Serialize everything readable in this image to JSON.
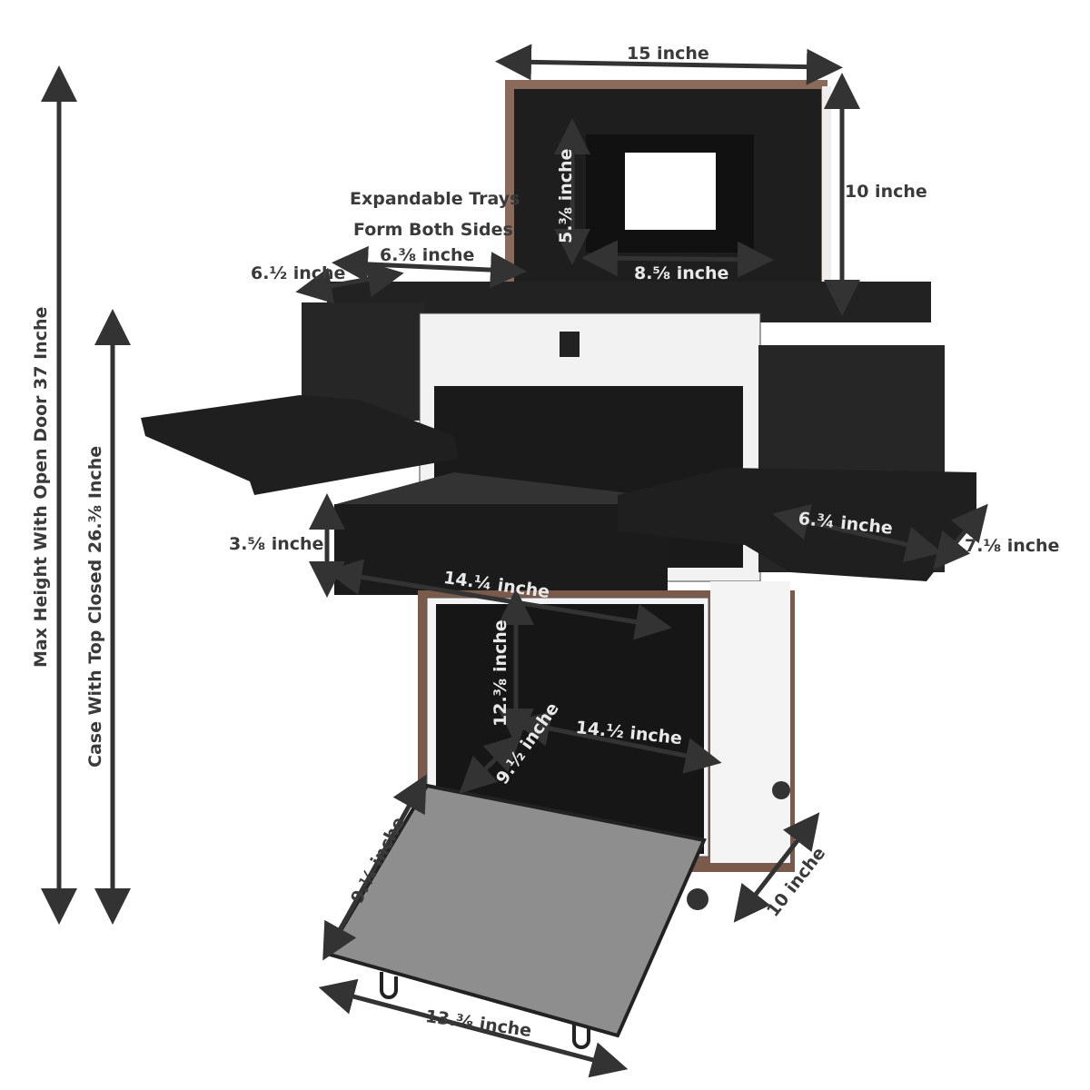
{
  "colors": {
    "case_black": "#1c1c1c",
    "case_white": "#f4f4f4",
    "trim": "#7a5a4a",
    "text": "#3a3a3a",
    "mirror": "#ffffff",
    "door": "#8e8e8e"
  },
  "labels": {
    "top_width": "15 inche",
    "lid_height": "10 inche",
    "mirror_height": "5.⅜ inche",
    "mirror_width": "8.⅝ inche",
    "trays_note_line1": "Expandable Trays",
    "trays_note_line2": "Form Both Sides",
    "tray_length": "6.⅜ inche",
    "tray_depth": "6.½ inche",
    "drawer_height": "3.⅝ inche",
    "drawer_width": "14.¼ inche",
    "right_tray_width": "6.¾ inche",
    "right_tray_depth": "7.⅛ inche",
    "cabinet_height": "12.⅜ inche",
    "cabinet_width": "14.½ inche",
    "cabinet_depth": "9.½ inche",
    "door_length": "9.¼ inche",
    "case_depth": "10 inche",
    "door_width": "13.⅜ inche",
    "max_height": "Max Height With Open Door  37 Inche",
    "closed_height": "Case With Top Closed  26.⅜ Inche"
  }
}
